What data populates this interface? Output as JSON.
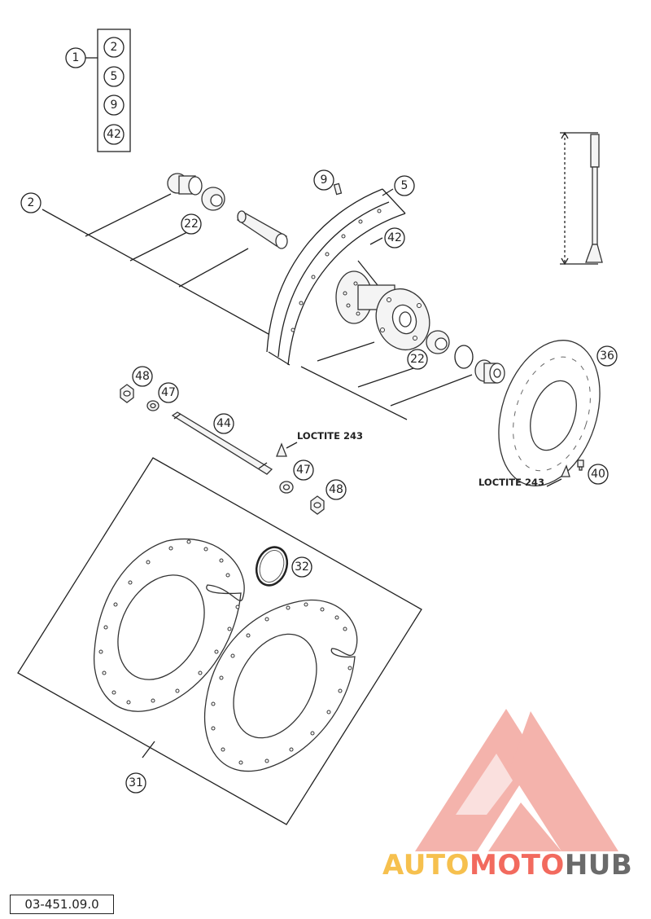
{
  "diagram_code": "03-451.09.0",
  "notes": {
    "loctite_upper": "LOCTITE 243",
    "loctite_lower": "LOCTITE 243"
  },
  "kit": {
    "label": "1",
    "contents": [
      "2",
      "5",
      "9",
      "42"
    ]
  },
  "callouts": {
    "c2": "2",
    "c9": "9",
    "c5": "5",
    "c22a": "22",
    "c42": "42",
    "c22b": "22",
    "c36": "36",
    "c48a": "48",
    "c47a": "47",
    "c44": "44",
    "c47b": "47",
    "c48b": "48",
    "c40": "40",
    "c32": "32",
    "c31": "31"
  },
  "watermark": {
    "part1": "AUTO",
    "part2": "MOTO",
    "part3": "HUB",
    "colors": {
      "auto": "#f6c04e",
      "moto": "#f26a5e",
      "hub": "#6a6a6a",
      "logo": "#f19a91"
    }
  }
}
